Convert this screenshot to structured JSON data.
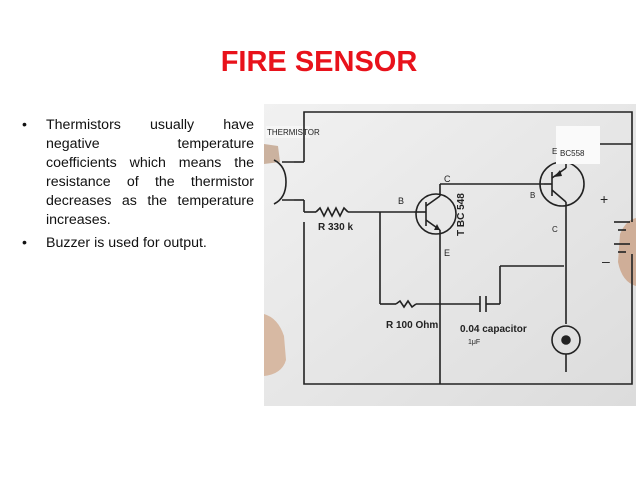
{
  "slide": {
    "title": "FIRE SENSOR",
    "bullets": [
      "Thermistors usually have negative temperature coefficients which means the resistance of the thermistor decreases as the temperature increases.",
      "Buzzer is used for output."
    ],
    "bullet_glyph": "•"
  },
  "circuit_photo": {
    "labels": {
      "thermistor": "THERMISTOR",
      "transistor2": "BC558",
      "transistor1": "T BC 548",
      "resistor1": "R 330 k",
      "resistor2": "R 100 Ohm",
      "capacitor": "0.04 capacitor",
      "capacitor_note": "1μF",
      "base1": "B",
      "collector1": "C",
      "emitter1": "E",
      "base2": "B",
      "emitter2": "E",
      "collector2": "C",
      "plus": "+",
      "minus": "–"
    },
    "colors": {
      "board": "#e9e9e9",
      "line": "#222222",
      "title": "#e8121b"
    }
  }
}
